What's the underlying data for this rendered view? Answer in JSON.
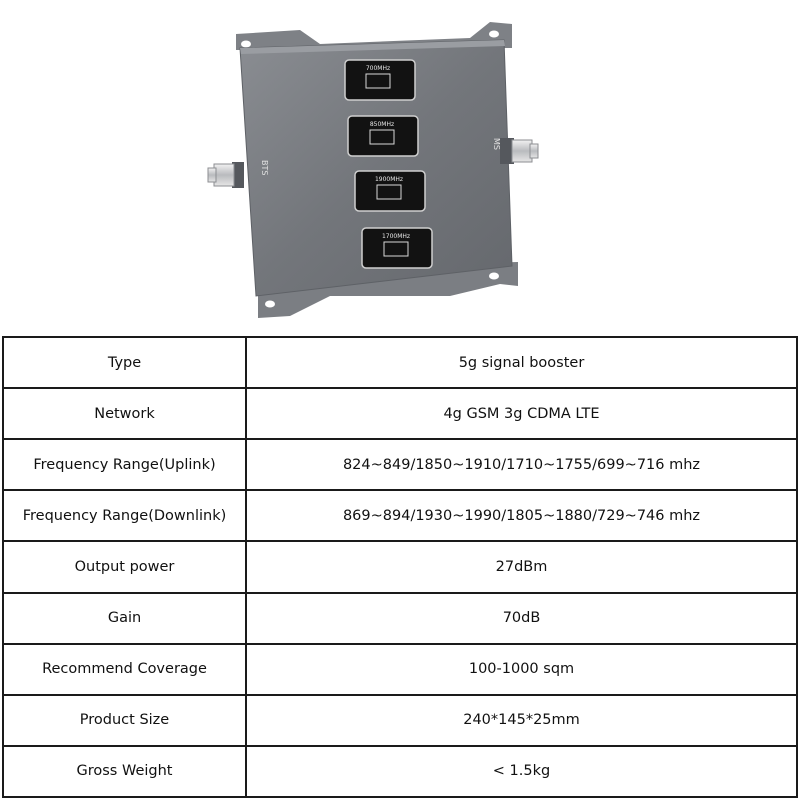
{
  "product": {
    "bands": [
      "700MHz",
      "850MHz",
      "1900MHz",
      "1700MHz"
    ],
    "port_left": "BTS",
    "port_right": "MS"
  },
  "specs": [
    {
      "label": "Type",
      "value": "5g signal booster"
    },
    {
      "label": "Network",
      "value": "4g GSM 3g CDMA LTE"
    },
    {
      "label": "Frequency Range(Uplink)",
      "value": "824~849/1850~1910/1710~1755/699~716 mhz"
    },
    {
      "label": "Frequency Range(Downlink)",
      "value": "869~894/1930~1990/1805~1880/729~746 mhz"
    },
    {
      "label": "Output power",
      "value": "27dBm"
    },
    {
      "label": "Gain",
      "value": "70dB"
    },
    {
      "label": "Recommend Coverage",
      "value": "100-1000 sqm"
    },
    {
      "label": "Product Size",
      "value": "240*145*25mm"
    },
    {
      "label": "Gross Weight",
      "value": "< 1.5kg"
    }
  ]
}
